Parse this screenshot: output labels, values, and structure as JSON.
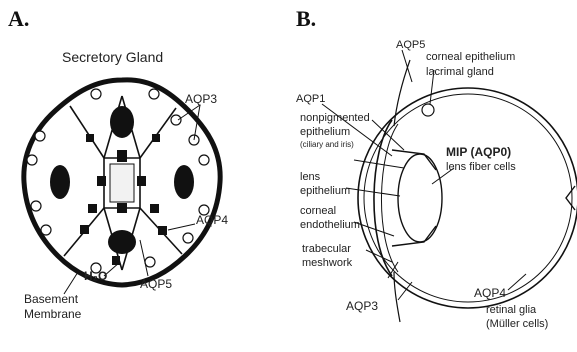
{
  "panel_a": {
    "letter": "A.",
    "title": "Secretory Gland",
    "labels": {
      "aqp3": "AQP3",
      "aqp4": "AQP4",
      "aqp5": "AQP5",
      "h2o": "H₂O",
      "basement": "Basement",
      "membrane": "Membrane"
    }
  },
  "panel_b": {
    "letter": "B.",
    "labels": {
      "aqp5_top": "AQP5",
      "corneal_epithelium": "corneal epithelium",
      "lacrimal_gland": "lacrimal gland",
      "aqp1": "AQP1",
      "nonpigmented": "nonpigmented",
      "epithelium": "epithelium",
      "ciliary_iris": "(ciliary and iris)",
      "mip": "MIP (AQP0)",
      "lens_fiber": "lens fiber cells",
      "lens": "lens",
      "lens_epithelium": "epithelium",
      "corneal": "corneal",
      "endothelium": "endothelium",
      "trabecular": "trabecular",
      "meshwork": "meshwork",
      "aqp3": "AQP3",
      "aqp4": "AQP4",
      "retinal_glia": "retinal glia",
      "muller": "(Müller cells)"
    }
  }
}
